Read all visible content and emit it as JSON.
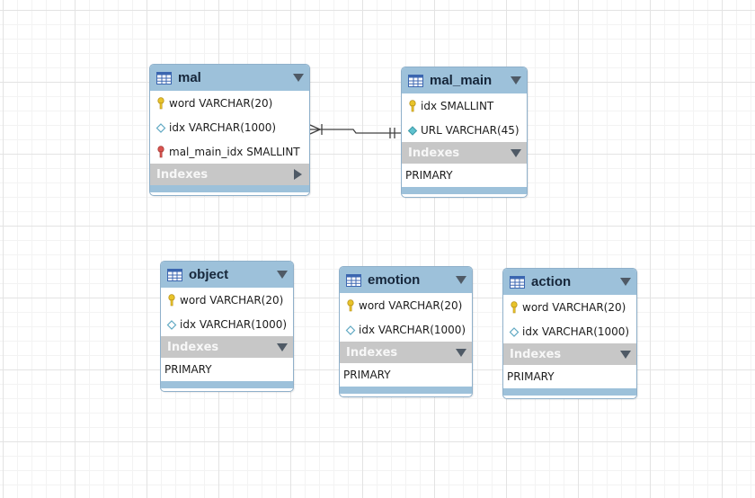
{
  "colors": {
    "header": "#9dc1da",
    "footer": "#9dc1da",
    "indexes_bar": "#c7c7c7",
    "pk_key": "#e8c32a",
    "fk_key": "#d9534f",
    "relationship_line": "#404040"
  },
  "tables": {
    "mal": {
      "name": "mal",
      "columns": [
        {
          "text": "word VARCHAR(20)",
          "icon": "primary-key-icon"
        },
        {
          "text": "idx VARCHAR(1000)",
          "icon": "column-diamond-icon"
        },
        {
          "text": "mal_main_idx SMALLINT",
          "icon": "foreign-key-icon"
        }
      ],
      "indexes_label": "Indexes",
      "indexes_collapsed": true
    },
    "mal_main": {
      "name": "mal_main",
      "columns": [
        {
          "text": "idx SMALLINT",
          "icon": "primary-key-icon"
        },
        {
          "text": "URL VARCHAR(45)",
          "icon": "column-diamond-filled-icon"
        }
      ],
      "indexes_label": "Indexes",
      "index_rows": [
        "PRIMARY"
      ]
    },
    "object": {
      "name": "object",
      "columns": [
        {
          "text": "word VARCHAR(20)",
          "icon": "primary-key-icon"
        },
        {
          "text": "idx VARCHAR(1000)",
          "icon": "column-diamond-icon"
        }
      ],
      "indexes_label": "Indexes",
      "index_rows": [
        "PRIMARY"
      ]
    },
    "emotion": {
      "name": "emotion",
      "columns": [
        {
          "text": "word VARCHAR(20)",
          "icon": "primary-key-icon"
        },
        {
          "text": "idx VARCHAR(1000)",
          "icon": "column-diamond-icon"
        }
      ],
      "indexes_label": "Indexes",
      "index_rows": [
        "PRIMARY"
      ]
    },
    "action": {
      "name": "action",
      "columns": [
        {
          "text": "word VARCHAR(20)",
          "icon": "primary-key-icon"
        },
        {
          "text": "idx VARCHAR(1000)",
          "icon": "column-diamond-icon"
        }
      ],
      "indexes_label": "Indexes",
      "index_rows": [
        "PRIMARY"
      ]
    }
  },
  "relationships": [
    {
      "from": "mal",
      "to": "mal_main",
      "from_end": "one-or-many",
      "to_end": "exactly-one"
    }
  ]
}
